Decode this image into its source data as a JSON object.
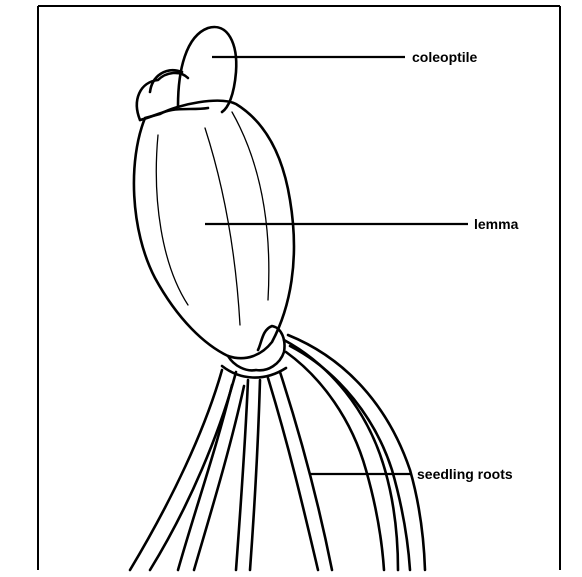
{
  "diagram": {
    "labels": {
      "coleoptile": "coleoptile",
      "lemma": "lemma",
      "seedling_roots": "seedling roots"
    },
    "colors": {
      "line": "#000000",
      "background": "#ffffff"
    }
  }
}
